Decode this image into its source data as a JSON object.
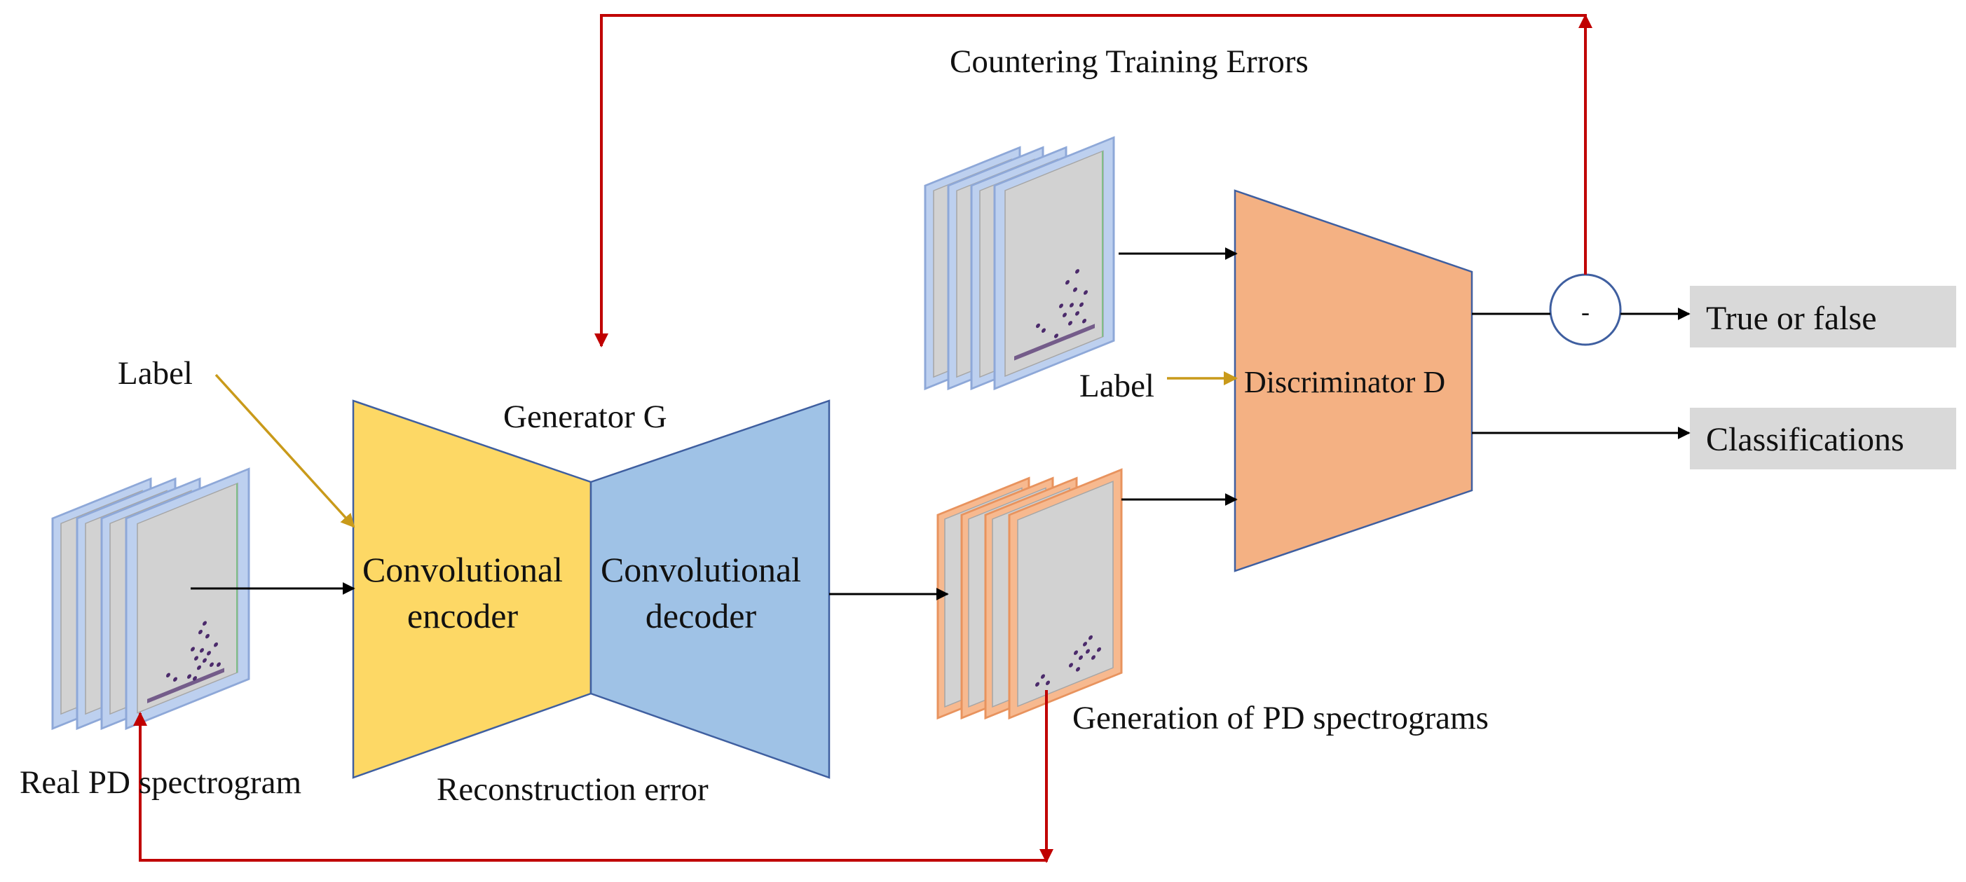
{
  "labels": {
    "countering_training_errors": "Countering Training Errors",
    "label_left": "Label",
    "label_right": "Label",
    "generator": "Generator  G",
    "encoder_line1": "Convolutional",
    "encoder_line2": "encoder",
    "decoder_line1": "Convolutional",
    "decoder_line2": "decoder",
    "discriminator": "Discriminator  D",
    "real_spectrogram": "Real PD spectrogram",
    "reconstruction_error": "Reconstruction  error",
    "generation_of_spectrograms": "Generation  of PD spectrograms",
    "minus_symbol": "-"
  },
  "outputs": {
    "true_or_false": "True or false",
    "classifications": "Classifications"
  },
  "colors": {
    "encoder": "#fdd865",
    "decoder": "#9fc2e6",
    "discriminator": "#f4b183",
    "feedback_arrow": "#c00000",
    "label_arrow": "#c99a1a",
    "data_arrow": "#000000",
    "output_box": "#d9d9d9",
    "real_frame": "#bdd0ef",
    "generated_frame": "#f7b98f",
    "scatter_points": "#4b2a6b"
  }
}
